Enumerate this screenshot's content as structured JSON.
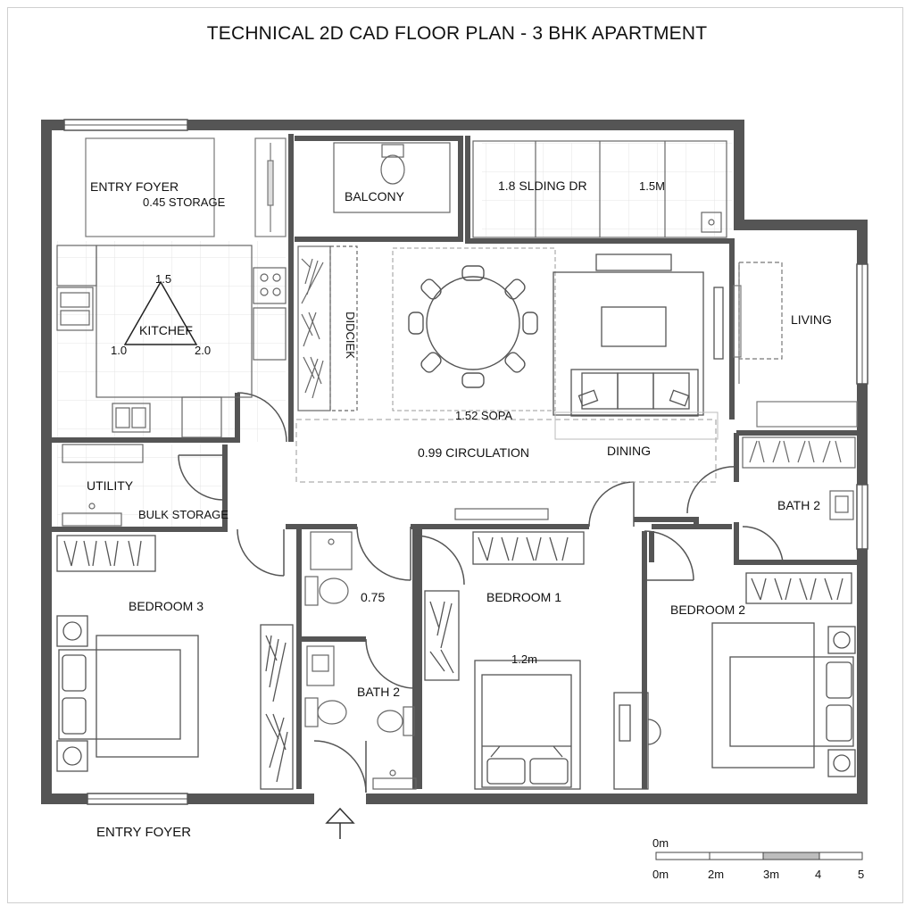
{
  "title": "TECHNICAL 2D CAD FLOOR PLAN - 3 BHK APARTMENT",
  "labels": {
    "entry_foyer_top": "ENTRY FOYER",
    "storage_045": "0.45 STORAGE",
    "balcony": "BALCONY",
    "sliding_door": "1.8 SLDING DR",
    "dim_15m": "1.5M",
    "kitchen": "KITCHEF",
    "tri_top": "1.5",
    "tri_left": "1.0",
    "tri_right": "2.0",
    "dining_vertical": "DIDCIEK",
    "living": "LIVING",
    "sofa": "1.52 SOPA",
    "circulation": "0.99 CIRCULATION",
    "dining": "DINING",
    "utility": "UTILITY",
    "bulk_storage": "BULK STORAGE",
    "bath2_right": "BATH 2",
    "bedroom3": "BEDROOM 3",
    "dim_075": "0.75",
    "bedroom1": "BEDROOM 1",
    "bedroom2": "BEDROOM 2",
    "dim_12m": "1.2m",
    "bath2_center": "BATH 2",
    "entry_foyer_bottom": "ENTRY FOYER"
  },
  "scale_bar": {
    "top_label": "0m",
    "ticks": [
      "0m",
      "2m",
      "3m",
      "4",
      "5"
    ]
  }
}
